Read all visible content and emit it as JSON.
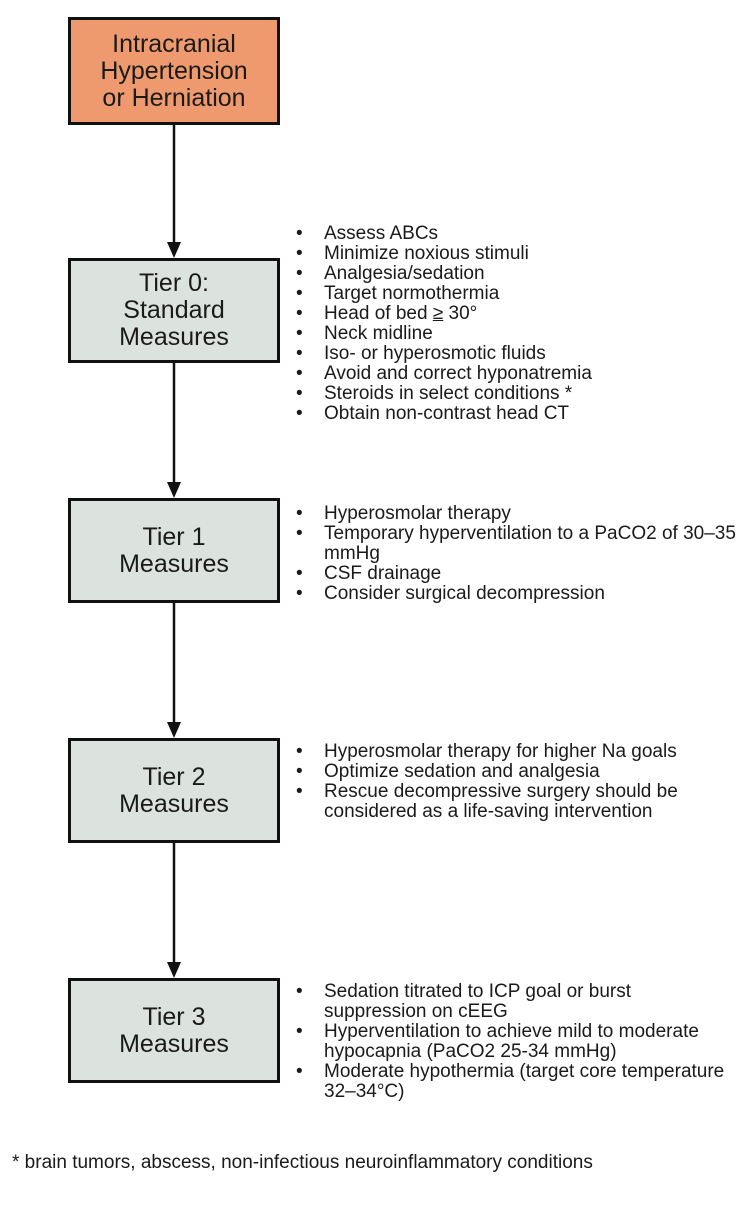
{
  "top": {
    "label_lines": [
      "Intracranial",
      "Hypertension",
      "or Herniation"
    ],
    "fill": "#ee9a6e"
  },
  "tier_fill": "#dce3de",
  "tiers": [
    {
      "label_lines": [
        "Tier 0:",
        "Standard",
        "Measures"
      ],
      "items": [
        "Assess ABCs",
        "Minimize noxious stimuli",
        "Analgesia/sedation",
        "Target normothermia",
        "Head of bed",
        "Neck midline",
        "Iso- or hyperosmotic fluids",
        "Avoid and correct hyponatremia",
        "Steroids in select conditions *",
        "Obtain non-contrast head CT"
      ],
      "head_of_bed_symbol": "≥",
      "head_of_bed_value": "30°"
    },
    {
      "label_lines": [
        "Tier 1",
        "Measures"
      ],
      "items": [
        "Hyperosmolar therapy",
        "Temporary hyperventilation to a PaCO2 of 30–35 mmHg",
        "CSF drainage",
        "Consider surgical decompression"
      ]
    },
    {
      "label_lines": [
        "Tier 2",
        "Measures"
      ],
      "items": [
        "Hyperosmolar therapy for higher Na goals",
        "Optimize sedation and analgesia",
        "Rescue decompressive surgery should be considered as a life-saving intervention"
      ]
    },
    {
      "label_lines": [
        "Tier 3",
        "Measures"
      ],
      "items": [
        "Sedation titrated to ICP goal or burst suppression on cEEG",
        "Hyperventilation to achieve mild to moderate hypocapnia (PaCO2 25-34 mmHg)",
        "Moderate hypothermia (target core temperature 32–34°C)"
      ]
    }
  ],
  "footnote": "* brain tumors, abscess, non-infectious neuroinflammatory conditions"
}
